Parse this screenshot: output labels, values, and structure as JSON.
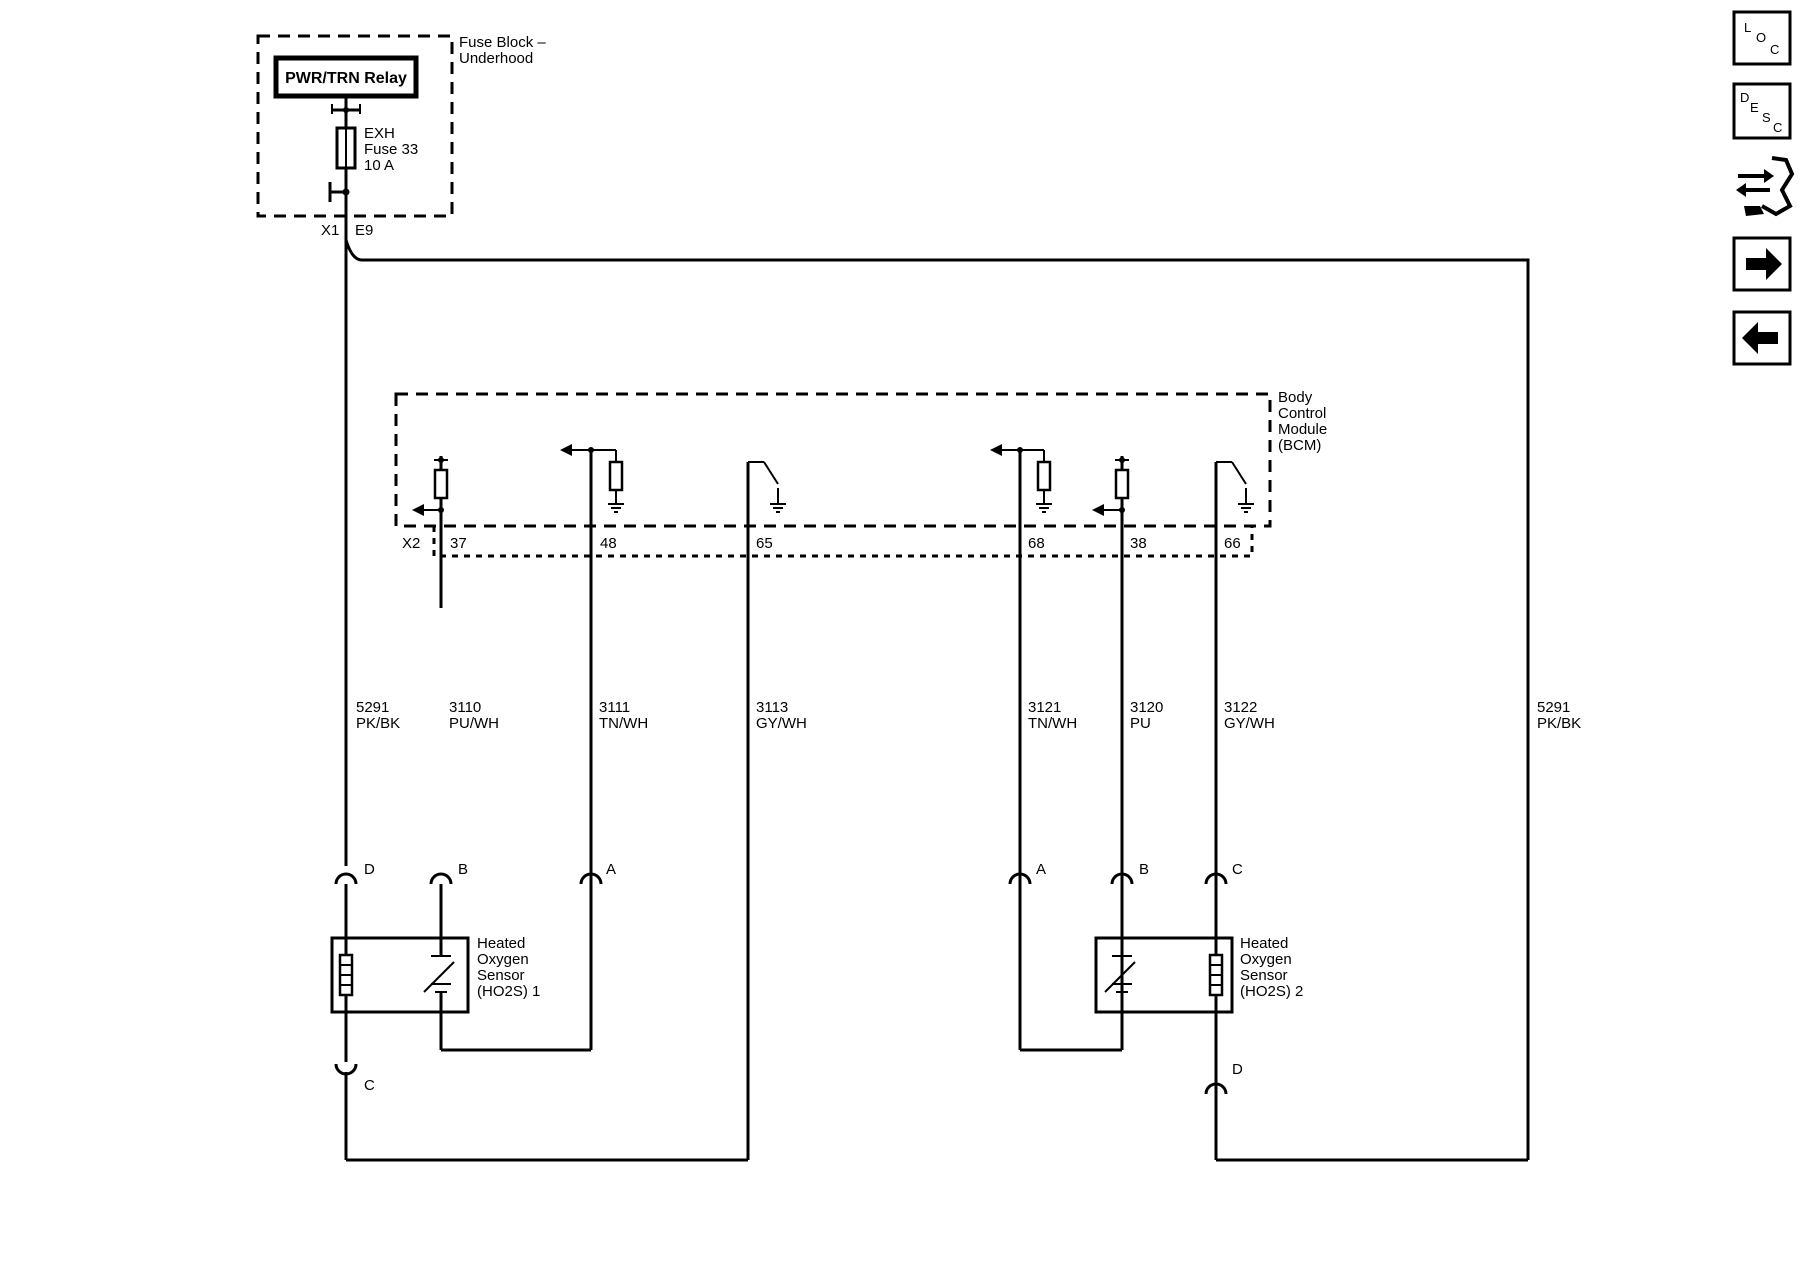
{
  "fuse_block": {
    "title_line1": "Fuse Block –",
    "title_line2": "Underhood",
    "relay_label": "PWR/TRN Relay",
    "fuse_line1": "EXH",
    "fuse_line2": "Fuse 33",
    "fuse_line3": "10 A",
    "connector_x1": "X1",
    "terminal_e9": "E9"
  },
  "bcm": {
    "title_line1": "Body",
    "title_line2": "Control",
    "title_line3": "Module",
    "title_line4": "(BCM)",
    "connector_x2": "X2",
    "pins": [
      "37",
      "48",
      "65",
      "68",
      "38",
      "66"
    ]
  },
  "wires": [
    {
      "circuit": "5291",
      "color": "PK/BK"
    },
    {
      "circuit": "3110",
      "color": "PU/WH"
    },
    {
      "circuit": "3111",
      "color": "TN/WH"
    },
    {
      "circuit": "3113",
      "color": "GY/WH"
    },
    {
      "circuit": "3121",
      "color": "TN/WH"
    },
    {
      "circuit": "3120",
      "color": "PU"
    },
    {
      "circuit": "3122",
      "color": "GY/WH"
    },
    {
      "circuit": "5291",
      "color": "PK/BK"
    }
  ],
  "sensor1": {
    "line1": "Heated",
    "line2": "Oxygen",
    "line3": "Sensor",
    "line4": "(HO2S) 1",
    "pins": [
      "D",
      "B",
      "A",
      "C"
    ]
  },
  "sensor2": {
    "line1": "Heated",
    "line2": "Oxygen",
    "line3": "Sensor",
    "line4": "(HO2S) 2",
    "pins": [
      "A",
      "B",
      "C",
      "D"
    ]
  },
  "nav": {
    "loc": {
      "l1": "L",
      "l2": "O",
      "l3": "C"
    },
    "desc": {
      "l1": "D",
      "l2": "E",
      "l3": "S",
      "l4": "C"
    },
    "icons": [
      "connector-view-icon",
      "next-arrow-icon",
      "previous-arrow-icon"
    ]
  }
}
